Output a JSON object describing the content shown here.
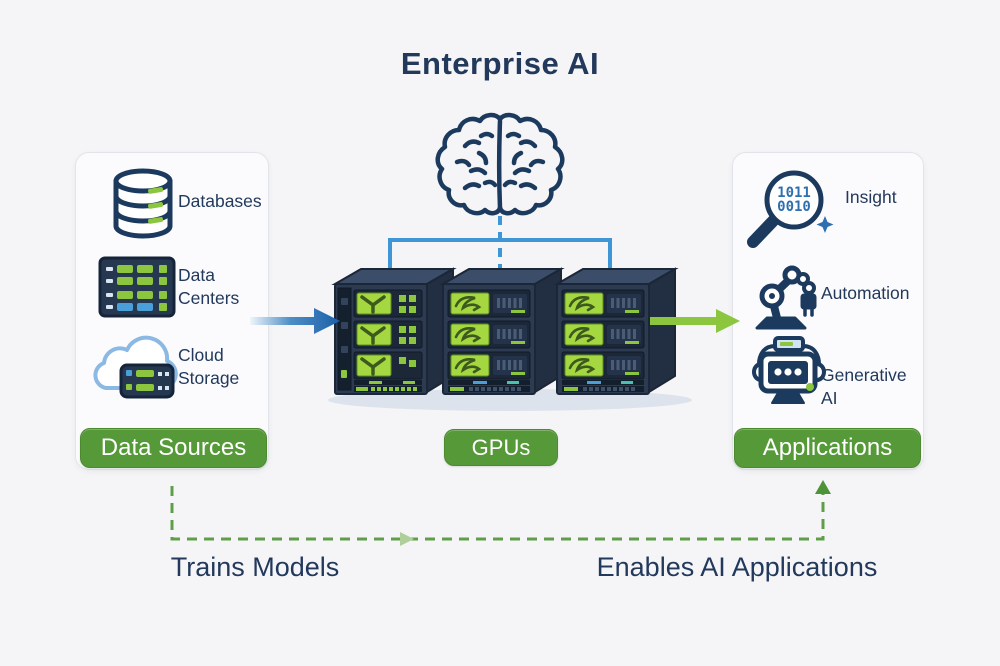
{
  "title": "Enterprise AI",
  "left_panel": {
    "items": [
      {
        "label": "Databases",
        "icon": "database-icon"
      },
      {
        "label": "Data Centers",
        "icon": "data-center-icon"
      },
      {
        "label": "Cloud Storage",
        "icon": "cloud-storage-icon"
      }
    ],
    "button_label": "Data Sources"
  },
  "center": {
    "brain_icon": "brain-icon",
    "servers_icon": "gpu-server-rack",
    "button_label": "GPUs"
  },
  "right_panel": {
    "items": [
      {
        "label": "Insight",
        "icon": "magnifier-binary-icon"
      },
      {
        "label": "Automation",
        "icon": "robot-arm-icon"
      },
      {
        "label": "Generative AI",
        "icon": "generative-ai-robot-icon"
      }
    ],
    "magnifier_lines": [
      "1011",
      "0010"
    ],
    "button_label": "Applications"
  },
  "flow": {
    "left_label": "Trains Models",
    "right_label": "Enables AI Applications"
  },
  "colors": {
    "background": "#f5f5f7",
    "navy_text": "#22395c",
    "icon_navy": "#1c3a5e",
    "icon_green": "#8cc63f",
    "module_green": "#a5d741",
    "button_green": "#569938",
    "connector_blue": "#3f96d6",
    "arrow_blue": "#1b5fa8",
    "arrow_green": "#8cc63f",
    "dashed_green": "#5f9e48",
    "binary_blue": "#2d6fb0",
    "cloud_blue": "#8bb9e4",
    "chassis_navy": "#2c3b52"
  }
}
